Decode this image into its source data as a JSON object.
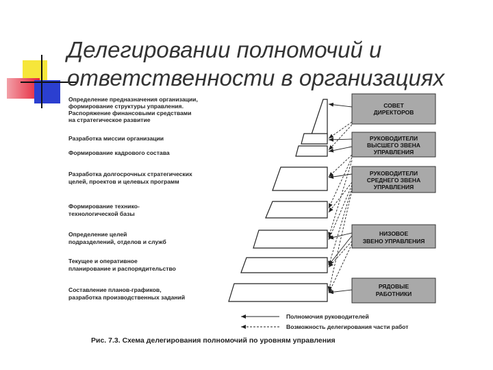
{
  "slide": {
    "title_lines": [
      "Делегировании полномочий и",
      "ответственности в организациях"
    ]
  },
  "figure": {
    "left_labels": [
      "Определение предназначения организации,",
      "формирование структуры управления.",
      "Распоряжение финансовыми средствами",
      "на стратегическое развитие",
      "Разработка миссии организации",
      "Формирование кадрового состава",
      "Разработка долгосрочных стратегических",
      "целей, проектов и целевых программ",
      "Формирование технико-",
      "технологической базы",
      "Определение целей",
      "подразделений, отделов и служб",
      "Текущее и оперативное",
      "планирование и распорядительство",
      "Составление планов-графиков,",
      "разработка производственных заданий"
    ],
    "level_boxes": [
      {
        "lines": [
          "СОВЕТ",
          "ДИРЕКТОРОВ"
        ]
      },
      {
        "lines": [
          "РУКОВОДИТЕЛИ",
          "ВЫСШЕГО ЗВЕНА",
          "УПРАВЛЕНИЯ"
        ]
      },
      {
        "lines": [
          "РУКОВОДИТЕЛИ",
          "СРЕДНЕГО ЗВЕНА",
          "УПРАВЛЕНИЯ"
        ]
      },
      {
        "lines": [
          "НИЗОВОЕ",
          "ЗВЕНО УПРАВЛЕНИЯ"
        ]
      },
      {
        "lines": [
          "РЯДОВЫЕ",
          "РАБОТНИКИ"
        ]
      }
    ],
    "legend": {
      "solid": "Полномочия руководителей",
      "dashed": "Возможность делегирования части работ"
    },
    "caption": "Рис. 7.3. Схема делегирования полномочий по уровням управления",
    "colors": {
      "box_fill": "#a9a9a9",
      "line": "#222222"
    }
  }
}
